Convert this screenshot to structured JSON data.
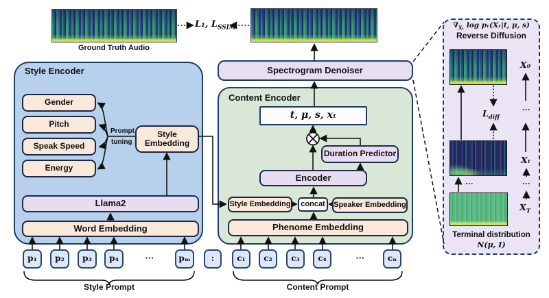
{
  "header": {
    "ground_truth_label": "Ground Truth Audio",
    "recon_loss_base": "L₁, L",
    "recon_loss_sub": "SSIM"
  },
  "style_encoder": {
    "title": "Style Encoder",
    "attributes": [
      "Gender",
      "Pitch",
      "Speak Speed",
      "Energy"
    ],
    "prompt_tuning_line1": "Prompt",
    "prompt_tuning_line2": "tuning",
    "style_embedding": "Style Embedding",
    "llm": "Llama2",
    "word_embedding": "Word Embedding"
  },
  "denoiser_label": "Spectrogram Denoiser",
  "content_encoder": {
    "title": "Content Encoder",
    "latent": "t, μ, s, xₜ",
    "duration_predictor": "Duration Predictor",
    "encoder": "Encoder",
    "style_embedding": "Style Embedding",
    "concat": "concat",
    "speaker_embedding": "Speaker Embedding",
    "phenome_embedding": "Phenome Embedding"
  },
  "prompts": {
    "style_tokens": [
      "p₁",
      "p₂",
      "p₃",
      "p₄",
      "pₘ"
    ],
    "content_tokens": [
      "c₁",
      "c₂",
      "c₃",
      "c₄",
      "cₙ"
    ],
    "ellipsis": "···",
    "separator": ":",
    "style_label": "Style Prompt",
    "content_label": "Content Prompt"
  },
  "reverse_diffusion": {
    "formula_nabla": "∇",
    "formula_nabla_sub": "Xₜ",
    "formula_rest": " log pₜ(Xₜ|t, μ, s)",
    "title": "Reverse Diffusion",
    "x0_label": "X₀",
    "xt_label": "Xₜ",
    "xT_base": "X",
    "xT_sub": "T",
    "diff_loss_base": "L",
    "diff_loss_sub": "diff",
    "dots": "···",
    "terminal_title": "Terminal distribution",
    "terminal_dist": "N(μ, I)"
  },
  "colors": {
    "style_panel": "#b7d1ec",
    "content_panel": "#d8e7d6",
    "denoiser_fill": "#e8def2",
    "right_panel": "#ebe4f4",
    "attr_box": "#fae8da",
    "module_box": "#e8dcf0",
    "token_box": "#dce8f8",
    "outline": "#1e3a66"
  }
}
